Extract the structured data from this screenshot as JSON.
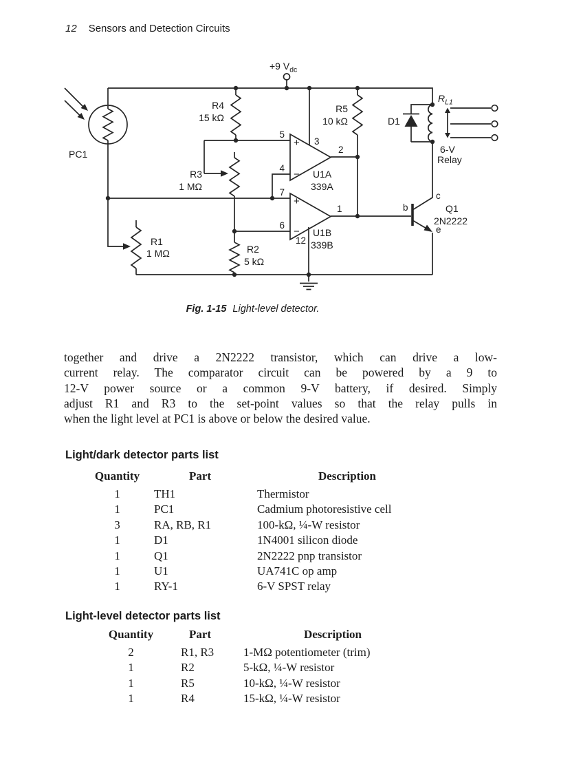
{
  "page": {
    "header": {
      "page_number": "12",
      "title": "Sensors and Detection Circuits"
    },
    "figure": {
      "caption_label": "Fig. 1-15",
      "caption_text": "Light-level detector.",
      "labels": {
        "supply": "+9 V",
        "supply_sub": "dc",
        "pc1": "PC1",
        "r4": "R4",
        "r4_val": "15 kΩ",
        "r5": "R5",
        "r5_val": "10 kΩ",
        "r3": "R3",
        "r3_val": "1 MΩ",
        "r1": "R1",
        "r1_val": "1 MΩ",
        "r2": "R2",
        "r2_val": "5 kΩ",
        "pin5": "5",
        "pin4": "4",
        "pin3": "3",
        "pin2": "2",
        "pin7": "7",
        "pin6": "6",
        "pin1": "1",
        "pin12": "12",
        "plus": "+",
        "minus": "−",
        "u1a": "U1A",
        "u1a_type": "339A",
        "u1b": "U1B",
        "u1b_type": "339B",
        "d1": "D1",
        "relay_r": "R",
        "relay_r_sub": "L1",
        "relay_line1": "6-V",
        "relay_line2": "Relay",
        "b": "b",
        "c": "c",
        "e": "e",
        "q1": "Q1",
        "q1_type": "2N2222"
      }
    },
    "paragraph_lines": [
      "together and drive a 2N2222 transistor, which can drive a low-",
      "current relay. The comparator circuit can be powered by a 9 to",
      "12-V power source or a common 9-V battery, if desired. Simply",
      "adjust R1 and R3 to the set-point values so that the relay pulls in",
      "when the light level at PC1 is above or below the desired value."
    ],
    "parts_lists": [
      {
        "title": "Light/dark detector parts list",
        "columns": [
          "Quantity",
          "Part",
          "Description"
        ],
        "rows": [
          [
            "1",
            "TH1",
            "Thermistor"
          ],
          [
            "1",
            "PC1",
            "Cadmium photoresistive cell"
          ],
          [
            "3",
            "RA, RB, R1",
            "100-kΩ, ¼-W resistor"
          ],
          [
            "1",
            "D1",
            "1N4001 silicon diode"
          ],
          [
            "1",
            "Q1",
            "2N2222 pnp transistor"
          ],
          [
            "1",
            "U1",
            "UA741C op amp"
          ],
          [
            "1",
            "RY-1",
            "6-V SPST relay"
          ]
        ]
      },
      {
        "title": "Light-level detector parts list",
        "columns": [
          "Quantity",
          "Part",
          "Description"
        ],
        "rows": [
          [
            "2",
            "R1, R3",
            "1-MΩ potentiometer (trim)"
          ],
          [
            "1",
            "R2",
            "5-kΩ, ¼-W resistor"
          ],
          [
            "1",
            "R5",
            "10-kΩ, ¼-W resistor"
          ],
          [
            "1",
            "R4",
            "15-kΩ, ¼-W resistor"
          ]
        ]
      }
    ]
  }
}
